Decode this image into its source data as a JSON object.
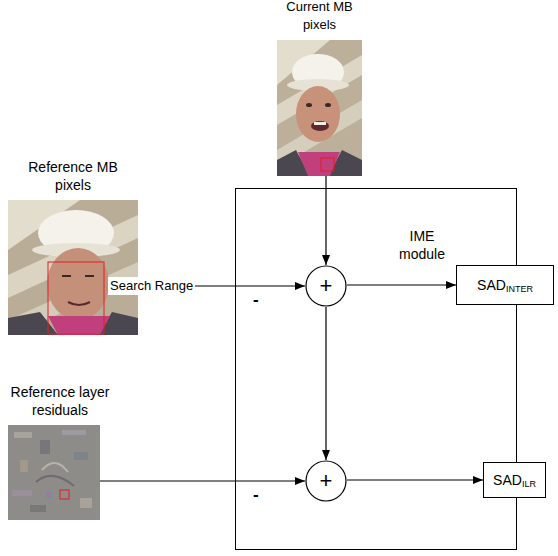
{
  "diagram": {
    "nodes": [
      {
        "text": [
          "Current MB pixels"
        ]
      },
      {
        "text": [
          "Reference MB pixels",
          "Search Range"
        ]
      },
      {
        "text": [
          "IME module"
        ]
      },
      {
        "text": [
          "+"
        ],
        "in": 2
      },
      {
        "text": [
          "SAD",
          "INTER"
        ]
      },
      {
        "text": [
          "Reference layer residuals"
        ]
      },
      {
        "text": [
          "+"
        ],
        "in": 2
      },
      {
        "text": [
          "SAD",
          "ILR"
        ]
      }
    ],
    "edges": [
      {
        "from": 0,
        "to": 3,
        "arrow": "to"
      },
      {
        "from": 1,
        "to": 3,
        "arrow": "to",
        "label": "-"
      },
      {
        "from": 3,
        "to": 4,
        "arrow": "to"
      },
      {
        "from": 3,
        "to": 6,
        "arrow": "to"
      },
      {
        "from": 5,
        "to": 6,
        "arrow": "to",
        "label": "-"
      },
      {
        "from": 6,
        "to": 7,
        "arrow": "to"
      }
    ]
  }
}
